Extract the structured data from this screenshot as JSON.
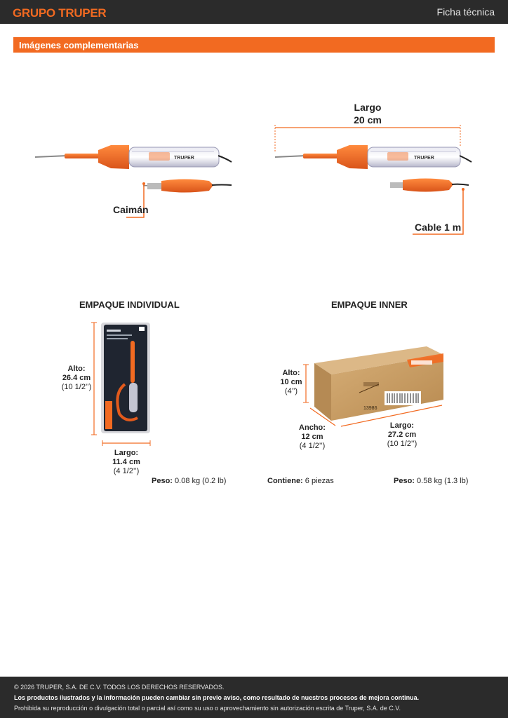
{
  "header": {
    "brand": "GRUPO TRUPER",
    "doc_type": "Ficha técnica"
  },
  "section": {
    "title": "Imágenes complementarias"
  },
  "product": {
    "logo_text": "TRUPER",
    "caiman_label": "Caimán",
    "length_label_line1": "Largo",
    "length_label_line2": "20 cm",
    "cable_label": "Cable 1 m"
  },
  "individual": {
    "title": "EMPAQUE INDIVIDUAL",
    "height_label": "Alto:",
    "height_cm": "26.4 cm",
    "height_in": "(10 1/2’’)",
    "length_label": "Largo:",
    "length_cm": "11.4 cm",
    "length_in": "(4 1/2’’)",
    "weight_label": "Peso:",
    "weight_value": "0.08 kg (0.2 lb)"
  },
  "inner": {
    "title": "EMPAQUE INNER",
    "height_label": "Alto:",
    "height_cm": "10 cm",
    "height_in": "(4’’)",
    "width_label": "Ancho:",
    "width_cm": "12 cm",
    "width_in": "(4 1/2’’)",
    "length_label": "Largo:",
    "length_cm": "27.2 cm",
    "length_in": "(10 1/2’’)",
    "contains_label": "Contiene:",
    "contains_value": "6 piezas",
    "weight_label": "Peso:",
    "weight_value": "0.58 kg (1.3 lb)",
    "box_code": "13986"
  },
  "footer": {
    "copyright": "© 2026 TRUPER, S.A. DE C.V. TODOS LOS DERECHOS RESERVADOS.",
    "notice": "Los productos ilustrados y la información pueden cambiar sin previo aviso, como resultado de nuestros procesos de mejora continua.",
    "prohibition": "Prohibida su reproducción o divulgación total o parcial así como su uso o aprovechamiento sin autorización escrita de Truper, S.A. de C.V."
  },
  "colors": {
    "brand_orange": "#f26a21",
    "dark_bar": "#2b2b2b",
    "cardboard": "#c9a06a"
  }
}
